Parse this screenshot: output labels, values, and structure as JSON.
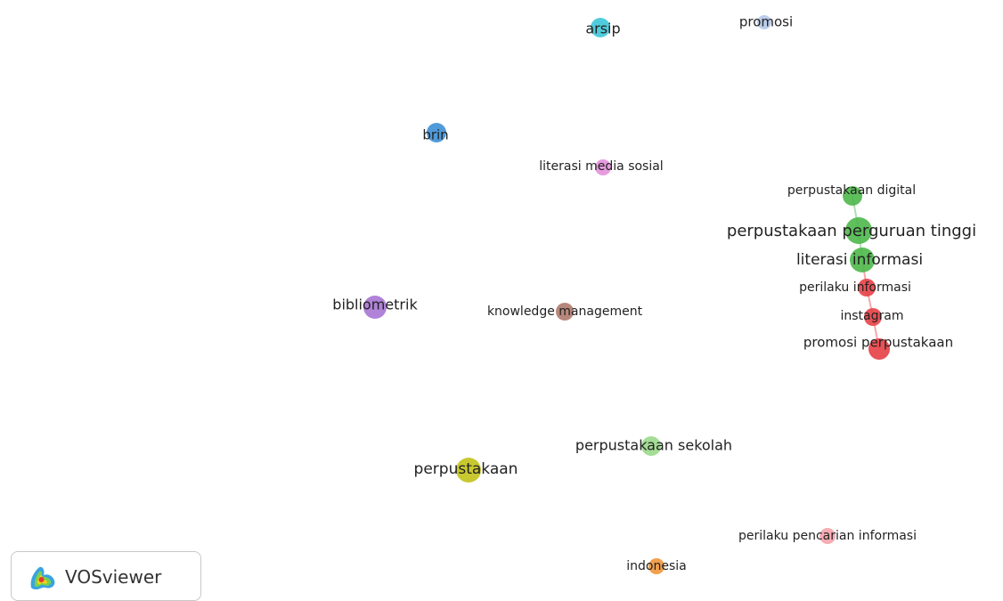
{
  "network": {
    "nodes": [
      {
        "id": "arsip",
        "label": "arsip",
        "color": "#3ec6d8",
        "weight": 2
      },
      {
        "id": "promosi",
        "label": "promosi",
        "color": "#b4c8e8",
        "weight": 1
      },
      {
        "id": "brin",
        "label": "brin",
        "color": "#3d8fd6",
        "weight": 2
      },
      {
        "id": "literasi-media-sosial",
        "label": "literasi media sosial",
        "color": "#e590dc",
        "weight": 1
      },
      {
        "id": "perpustakaan-digital",
        "label": "perpustakaan digital",
        "color": "#4cb84a",
        "weight": 2
      },
      {
        "id": "perpustakaan-perguruan-tinggi",
        "label": "perpustakaan perguruan tinggi",
        "color": "#4cb84a",
        "weight": 3
      },
      {
        "id": "literasi-informasi",
        "label": "literasi informasi",
        "color": "#4cb84a",
        "weight": 3
      },
      {
        "id": "perilaku-informasi",
        "label": "perilaku informasi",
        "color": "#e64046",
        "weight": 2
      },
      {
        "id": "instagram",
        "label": "instagram",
        "color": "#e64046",
        "weight": 2
      },
      {
        "id": "promosi-perpustakaan",
        "label": "promosi perpustakaan",
        "color": "#e64046",
        "weight": 2
      },
      {
        "id": "bibliometrik",
        "label": "bibliometrik",
        "color": "#a774d4",
        "weight": 2
      },
      {
        "id": "knowledge-management",
        "label": "knowledge management",
        "color": "#b07a6e",
        "weight": 1
      },
      {
        "id": "perpustakaan-sekolah",
        "label": "perpustakaan sekolah",
        "color": "#9ad98a",
        "weight": 2
      },
      {
        "id": "perpustakaan",
        "label": "perpustakaan",
        "color": "#c2c21a",
        "weight": 3
      },
      {
        "id": "perilaku-pencarian-informasi",
        "label": "perilaku pencarian informasi",
        "color": "#f4a3ab",
        "weight": 1
      },
      {
        "id": "indonesia",
        "label": "indonesia",
        "color": "#f0963a",
        "weight": 1
      }
    ],
    "links": [
      {
        "source": "perpustakaan-digital",
        "target": "perpustakaan-perguruan-tinggi"
      },
      {
        "source": "perpustakaan-perguruan-tinggi",
        "target": "literasi-informasi"
      },
      {
        "source": "literasi-informasi",
        "target": "perilaku-informasi"
      },
      {
        "source": "perilaku-informasi",
        "target": "instagram"
      },
      {
        "source": "instagram",
        "target": "promosi-perpustakaan"
      }
    ]
  },
  "logo": {
    "text": "VOSviewer"
  }
}
